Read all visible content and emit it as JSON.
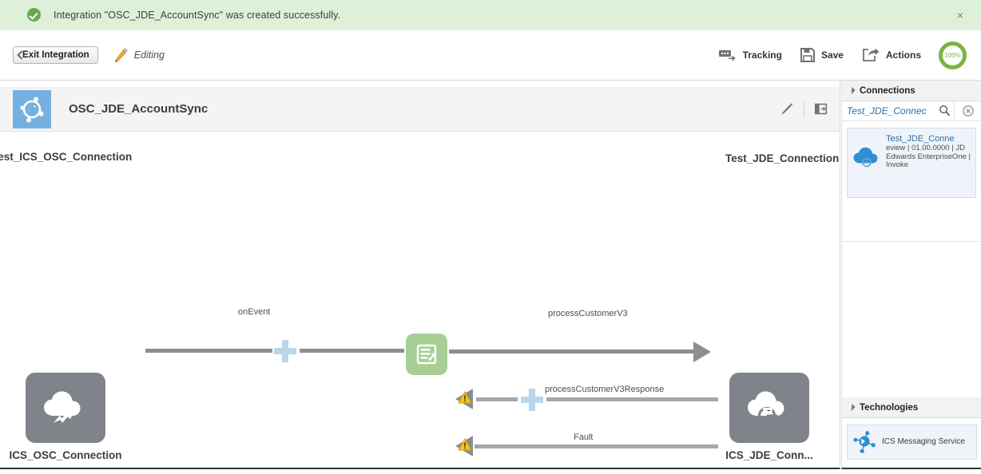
{
  "banner": {
    "icon": "success-check-icon",
    "message": "Integration \"OSC_JDE_AccountSync\" was created successfully.",
    "close_label": "×",
    "bg_color": "#dff0d8",
    "accent_color": "#6aa84f"
  },
  "toolbar": {
    "exit_label": "Exit Integration",
    "status_label": "Editing",
    "tracking_label": "Tracking",
    "save_label": "Save",
    "actions_label": "Actions",
    "progress_label": "100%",
    "progress_color": "#7cb342"
  },
  "integration": {
    "title": "OSC_JDE_AccountSync",
    "icon": "integration-node-icon",
    "icon_color": "#76b0e0",
    "edit_icon": "pencil-icon",
    "expand_icon": "panel-expand-icon"
  },
  "flow": {
    "source": {
      "top_label": "Test_ICS_OSC_Connection",
      "bottom_label": "ICS_OSC_Connection",
      "icon": "cloud-lightning-icon"
    },
    "target": {
      "top_label": "Test_JDE_Connection",
      "bottom_label": "ICS_JDE_Conn...",
      "icon": "cloud-refresh-icon"
    },
    "mapper": {
      "icon": "map-document-icon",
      "color": "#a7cf94"
    },
    "edges": [
      {
        "label": "onEvent",
        "direction": "right",
        "has_plus": true,
        "has_warning": false
      },
      {
        "label": "processCustomerV3",
        "direction": "right",
        "has_plus": false,
        "has_warning": false
      },
      {
        "label": "processCustomerV3Response",
        "direction": "left",
        "has_plus": true,
        "has_warning": true
      },
      {
        "label": "Fault",
        "direction": "left",
        "has_plus": false,
        "has_warning": true
      }
    ]
  },
  "palette": {
    "connections": {
      "title": "Connections",
      "collapse_icon": "triangle-collapse-icon",
      "search_value": "Test_JDE_Connec",
      "search_placeholder": "Search",
      "search_icon": "search-icon",
      "clear_icon": "clear-circle-icon",
      "cards": [
        {
          "title": "Test_JDE_Conne",
          "description": "eview | 01.00.0000 | JD Edwards EnterpriseOne | Invoke",
          "icon": "cloud-connection-icon"
        }
      ]
    },
    "technologies": {
      "title": "Technologies",
      "collapse_icon": "triangle-collapse-icon",
      "cards": [
        {
          "title": "ICS Messaging Service",
          "icon": "ics-messaging-icon"
        }
      ]
    }
  }
}
